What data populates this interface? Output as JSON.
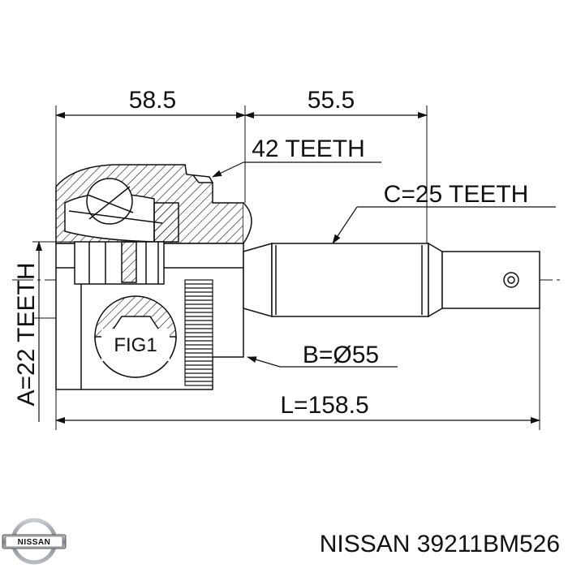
{
  "dimensions": {
    "top_left": "58.5",
    "top_right": "55.5",
    "spline_outer": "42 TEETH",
    "spline_shaft": "C=25 TEETH",
    "spline_inner": "A=22 TEETH",
    "diameter": "B=Ø55",
    "length": "L=158.5"
  },
  "figure_label": "FIG1",
  "brand_logo_text": "NISSAN",
  "part_number": "NISSAN 39211BM526",
  "colors": {
    "line": "#111111",
    "background": "#ffffff",
    "logo_metal": "#8a8f96"
  }
}
